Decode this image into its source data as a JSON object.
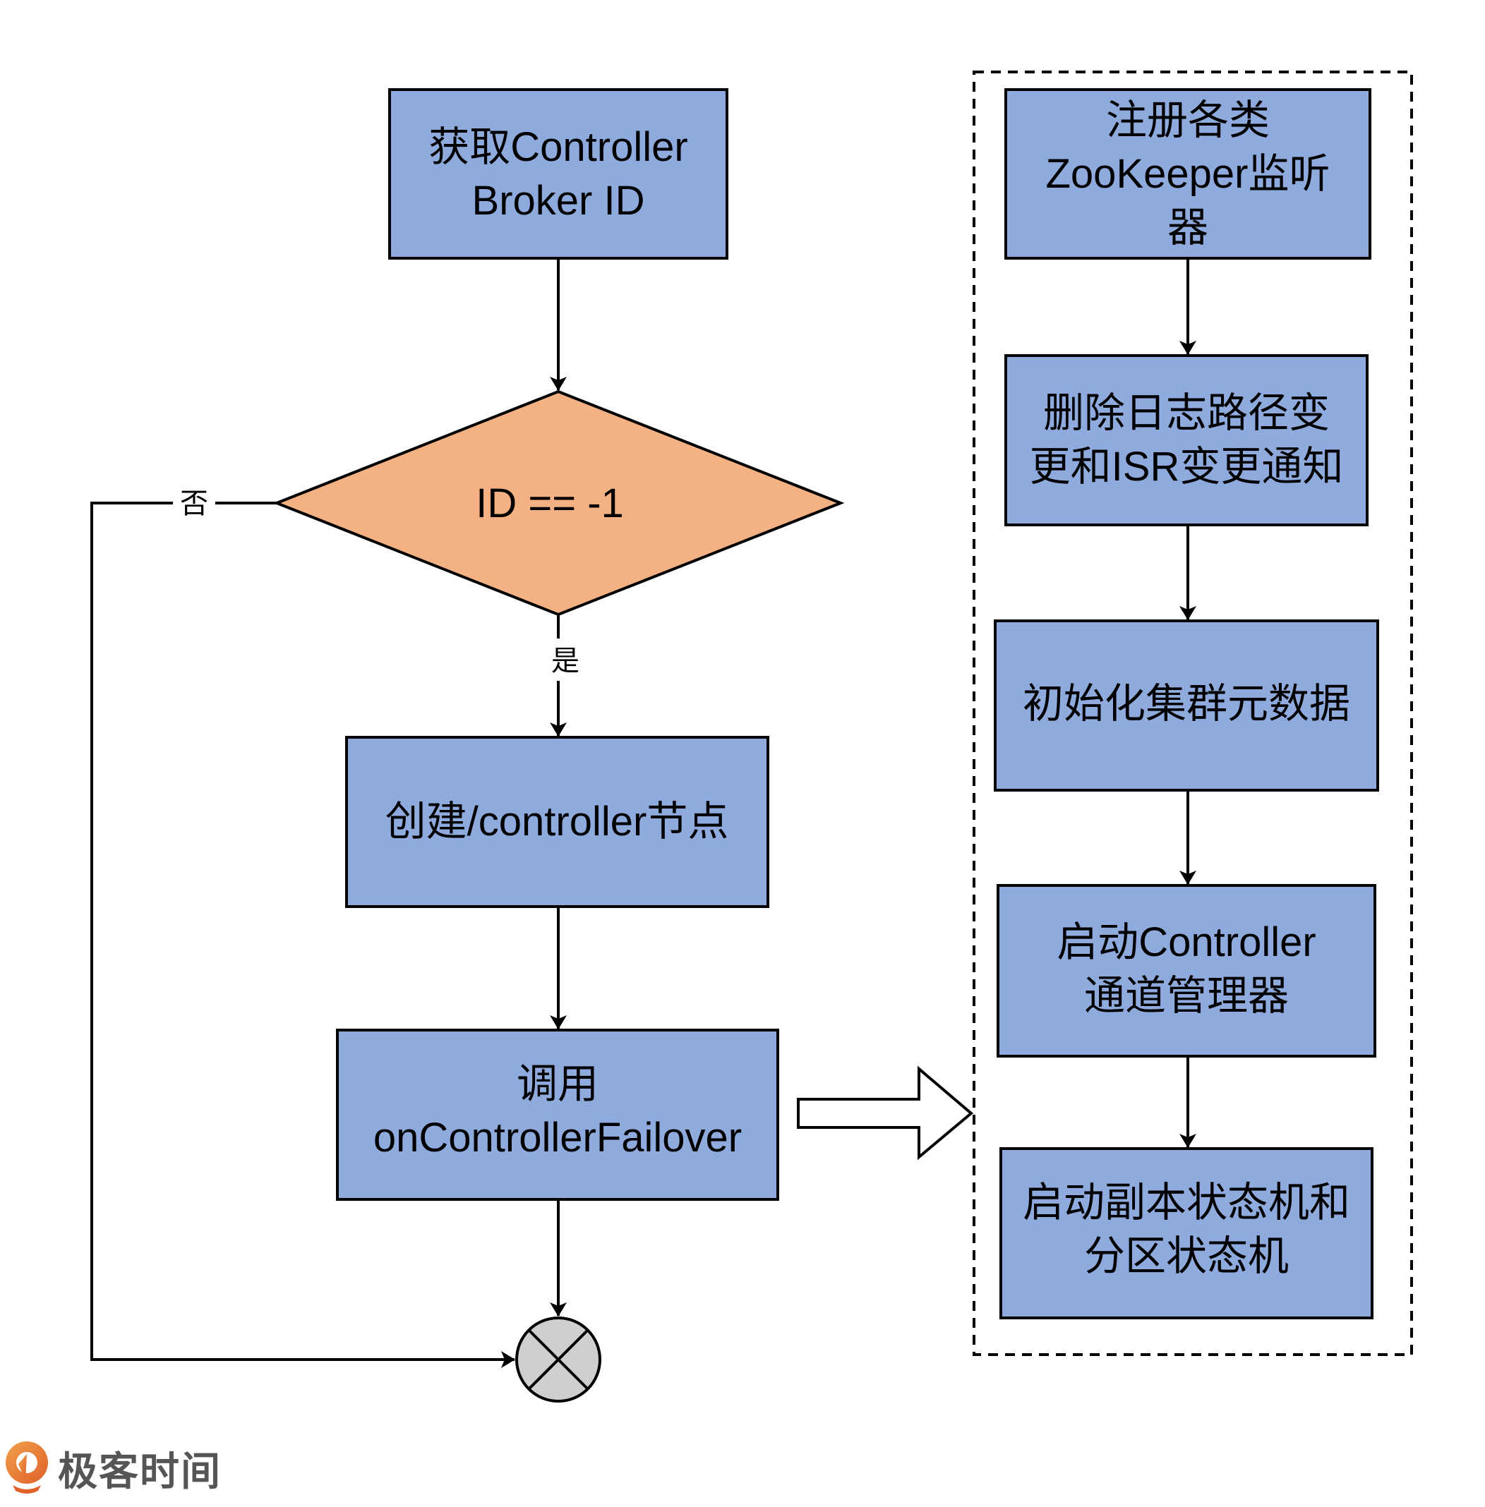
{
  "title": "Controller Election Flow",
  "colors": {
    "process_fill": "#8faadc",
    "decision_fill": "#f4b183",
    "terminal_fill": "#d0cece",
    "stroke": "#000000",
    "logo_orange": "#e8762d",
    "logo_text": "#555555"
  },
  "main_flow": {
    "get_id": [
      "获取Controller",
      "Broker ID"
    ],
    "decision": "ID == -1",
    "yes_label": "是",
    "no_label": "否",
    "create_node": [
      "创建/controller节点"
    ],
    "call_failover": [
      "调用",
      "onControllerFailover"
    ]
  },
  "failover_steps": [
    {
      "lines": [
        "注册各类",
        "ZooKeeper监听",
        "器"
      ]
    },
    {
      "lines": [
        "删除日志路径变",
        "更和ISR变更通知"
      ]
    },
    {
      "lines": [
        "初始化集群元数据"
      ]
    },
    {
      "lines": [
        "启动Controller",
        "通道管理器"
      ]
    },
    {
      "lines": [
        "启动副本状态机和",
        "分区状态机"
      ]
    }
  ],
  "logo": {
    "text": "极客时间",
    "icon": "geektime-logo-icon"
  }
}
